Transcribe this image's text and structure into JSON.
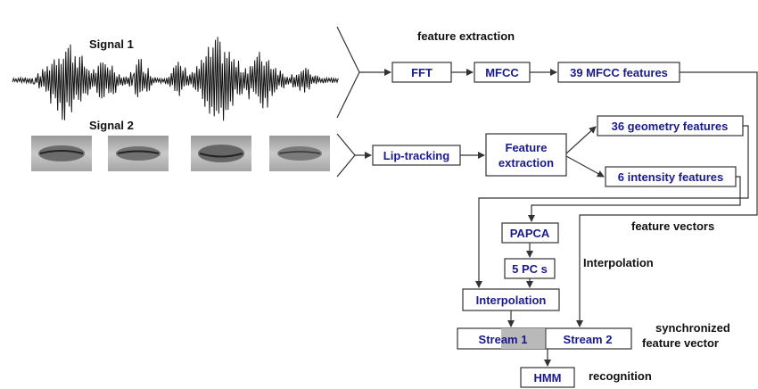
{
  "signals": {
    "signal1_label": "Signal 1",
    "signal2_label": "Signal 2"
  },
  "labels": {
    "feature_extraction": "feature extraction",
    "feature_vectors": "feature vectors",
    "interpolation": "Interpolation",
    "synchronized_line1": "synchronized",
    "synchronized_line2": "feature vector",
    "recognition": "recognition"
  },
  "boxes": {
    "fft": "FFT",
    "mfcc": "MFCC",
    "mfcc_features": "39 MFCC features",
    "lip_tracking": "Lip-tracking",
    "feature_extraction_line1": "Feature",
    "feature_extraction_line2": "extraction",
    "geometry_features": "36 geometry features",
    "intensity_features": "6 intensity features",
    "papca": "PAPCA",
    "pcs": "5 PC s",
    "interpolation": "Interpolation",
    "stream1": "Stream 1",
    "stream2": "Stream 2",
    "hmm": "HMM"
  },
  "colors": {
    "box_text": "#1a1a8c",
    "stream1_highlight": "#b9b9b9",
    "lines": "#333333"
  },
  "lip_images": [
    "lip-frame-1",
    "lip-frame-2",
    "lip-frame-3",
    "lip-frame-4"
  ]
}
